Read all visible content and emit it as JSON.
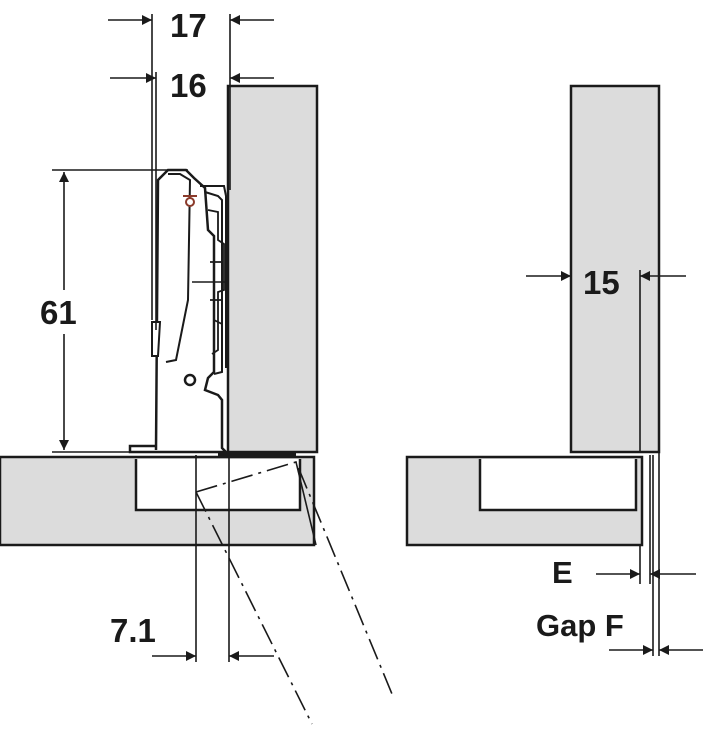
{
  "diagram": {
    "labels": {
      "dim_17": "17",
      "dim_16": "16",
      "dim_61": "61",
      "dim_15": "15",
      "dim_7_1": "7.1",
      "dim_e": "E",
      "dim_gap_f": "Gap F"
    },
    "colors": {
      "panel_fill": "#dcdcdc",
      "line": "#1a1a1a",
      "background": "#ffffff",
      "hinge_accent": "#8a3a2a"
    }
  }
}
